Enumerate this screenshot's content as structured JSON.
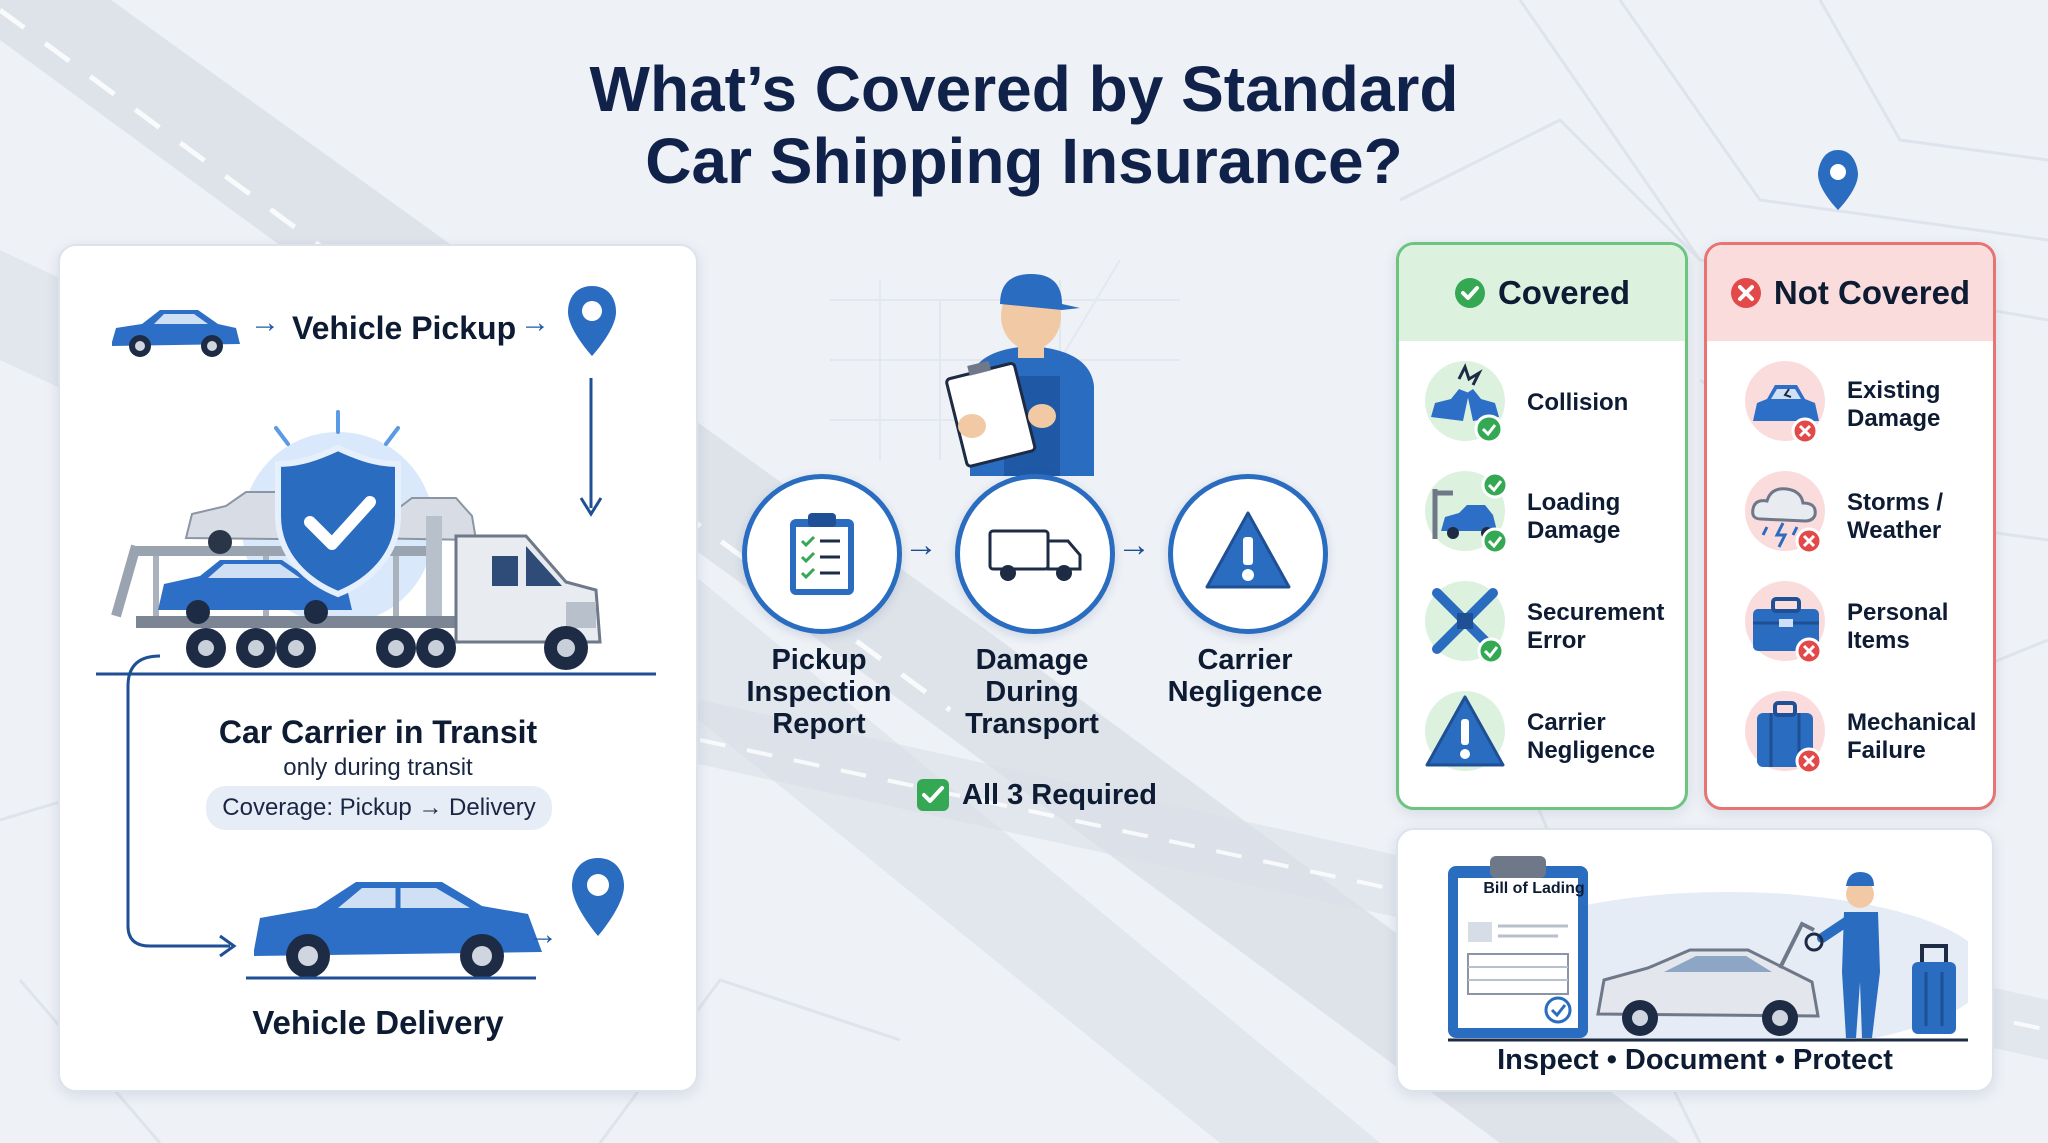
{
  "title": {
    "line1": "What’s Covered by Standard",
    "line2": "Car Shipping Insurance?"
  },
  "journey": {
    "pickup_label": "Vehicle Pickup",
    "transit_title": "Car Carrier in Transit",
    "transit_subtitle": "only during transit",
    "coverage_pill": "Coverage: Pickup → Delivery",
    "delivery_label": "Vehicle Delivery"
  },
  "steps": [
    {
      "line1": "Pickup",
      "line2": "Inspection",
      "line3": "Report"
    },
    {
      "line1": "Damage",
      "line2": "During",
      "line3": "Transport"
    },
    {
      "line1": "Carrier",
      "line2": "Negligence",
      "line3": ""
    }
  ],
  "required_label": "All 3 Required",
  "covered": {
    "heading": "Covered",
    "items": [
      {
        "line1": "Collision",
        "line2": "",
        "icon": "collision-icon"
      },
      {
        "line1": "Loading",
        "line2": "Damage",
        "icon": "loading-damage-icon"
      },
      {
        "line1": "Securement",
        "line2": "Error",
        "icon": "securement-strap-icon"
      },
      {
        "line1": "Carrier",
        "line2": "Negligence",
        "icon": "warning-icon"
      }
    ]
  },
  "not_covered": {
    "heading": "Not Covered",
    "items": [
      {
        "line1": "Existing",
        "line2": "Damage",
        "icon": "damaged-car-icon"
      },
      {
        "line1": "Storms /",
        "line2": "Weather",
        "icon": "storm-cloud-icon"
      },
      {
        "line1": "Personal",
        "line2": "Items",
        "icon": "toolbox-icon"
      },
      {
        "line1": "Mechanical",
        "line2": "Failure",
        "icon": "suitcase-icon"
      }
    ]
  },
  "bill": {
    "doc_title": "Bill of Lading",
    "tagline": "Inspect • Document • Protect"
  },
  "colors": {
    "brand_blue": "#2a6cc0",
    "navy": "#10224a",
    "covered_green": "#34a853",
    "not_covered_red": "#e24a4a"
  }
}
